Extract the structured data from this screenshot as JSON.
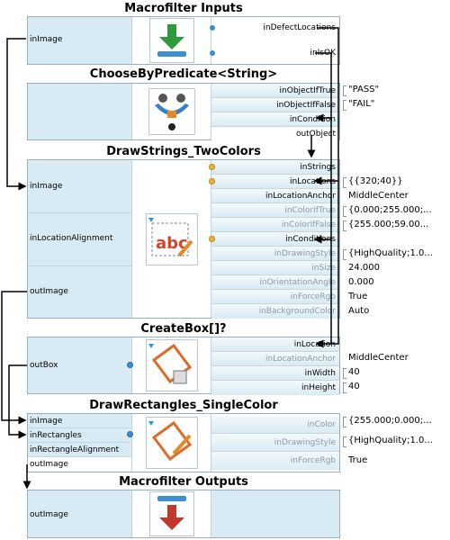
{
  "titles": {
    "inputs": "Macrofilter Inputs",
    "choose": "ChooseByPredicate<String>",
    "draw_strings": "DrawStrings_TwoColors",
    "create_box": "CreateBox[]?",
    "draw_rects": "DrawRectangles_SingleColor",
    "outputs": "Macrofilter Outputs"
  },
  "inputs_block": {
    "left": [
      "inImage"
    ],
    "right": [
      "inDefectLocations",
      "inIsOK"
    ]
  },
  "choose_block": {
    "right": [
      "inObjectIfTrue",
      "inObjectIfFalse",
      "inCondition",
      "outObject"
    ],
    "values": [
      "\"PASS\"",
      "\"FAIL\""
    ]
  },
  "draw_strings_block": {
    "left": [
      "inImage",
      "inLocationAlignment",
      "outImage"
    ],
    "right": [
      "inStrings",
      "inLocations",
      "inLocationAnchor",
      "inColorIfTrue",
      "inColorIfFalse",
      "inConditions",
      "inDrawingStyle",
      "inSize",
      "inOrientationAngle",
      "inForceRgb",
      "inBackgroundColor"
    ],
    "values": [
      "{{320;40}}",
      "MiddleCenter",
      "{0.000;255.000;...",
      "{255.000;59.00...",
      "{HighQuality;1.0...",
      "24.000",
      "0.000",
      "True",
      "Auto"
    ]
  },
  "create_box_block": {
    "left": [
      "outBox"
    ],
    "right": [
      "inLocation",
      "inLocationAnchor",
      "inWidth",
      "inHeight"
    ],
    "values": [
      "MiddleCenter",
      "40",
      "40"
    ]
  },
  "draw_rects_block": {
    "left": [
      "inImage",
      "inRectangles",
      "inRectangleAlignment",
      "outImage"
    ],
    "right": [
      "inColor",
      "inDrawingStyle",
      "inForceRgb"
    ],
    "values": [
      "{255.000;0.000;...",
      "{HighQuality;1.0...",
      "True"
    ]
  },
  "outputs_block": {
    "left": [
      "outImage"
    ]
  },
  "icons": [
    "download-arrow-icon",
    "predicate-switch-icon",
    "draw-text-abc-icon",
    "create-box-icon",
    "draw-rectangle-icon",
    "output-arrow-icon"
  ],
  "colors": {
    "panel": "#d8eaf3",
    "border": "#9ab0bd",
    "wire": "#000000",
    "port_orange": "#f2b233",
    "port_blue": "#3a8fd6"
  }
}
